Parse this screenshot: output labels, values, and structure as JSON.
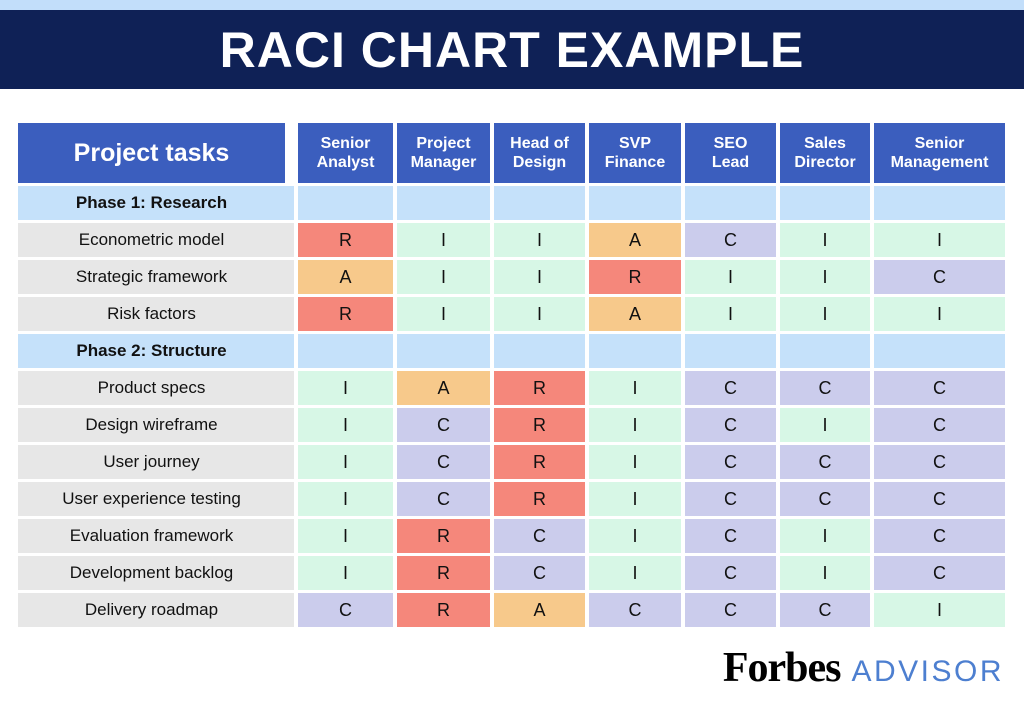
{
  "title": "RACI CHART EXAMPLE",
  "colors": {
    "navy_band": "#0F2156",
    "top_strip_blue": "#C2DEFA",
    "header_blue": "#3B5EBE",
    "phase_row_blue": "#C5E1FA",
    "task_cell_gray": "#E7E7E7",
    "responsible_red": "#F5877B",
    "accountable_orange": "#F7C98B",
    "consulted_purple": "#CBCCEC",
    "informed_mint": "#D7F7E6",
    "advisor_blue": "#4D7FD0"
  },
  "chart_data": {
    "type": "table",
    "title": "RACI CHART EXAMPLE",
    "task_column_header": "Project tasks",
    "role_headers": [
      {
        "label": "Senior Analyst",
        "lines": [
          "Senior",
          "Analyst"
        ]
      },
      {
        "label": "Project Manager",
        "lines": [
          "Project",
          "Manager"
        ]
      },
      {
        "label": "Head of Design",
        "lines": [
          "Head of",
          "Design"
        ]
      },
      {
        "label": "SVP Finance",
        "lines": [
          "SVP",
          "Finance"
        ]
      },
      {
        "label": "SEO Lead",
        "lines": [
          "SEO",
          "Lead"
        ]
      },
      {
        "label": "Sales Director",
        "lines": [
          "Sales",
          "Director"
        ]
      },
      {
        "label": "Senior Management",
        "lines": [
          "Senior",
          "Management"
        ]
      }
    ],
    "rows": [
      {
        "type": "phase",
        "label": "Phase 1: Research",
        "values": [
          "",
          "",
          "",
          "",
          "",
          "",
          ""
        ]
      },
      {
        "type": "task",
        "label": "Econometric model",
        "values": [
          "R",
          "I",
          "I",
          "A",
          "C",
          "I",
          "I"
        ]
      },
      {
        "type": "task",
        "label": "Strategic framework",
        "values": [
          "A",
          "I",
          "I",
          "R",
          "I",
          "I",
          "C"
        ]
      },
      {
        "type": "task",
        "label": "Risk factors",
        "values": [
          "R",
          "I",
          "I",
          "A",
          "I",
          "I",
          "I"
        ]
      },
      {
        "type": "phase",
        "label": "Phase 2: Structure",
        "values": [
          "",
          "",
          "",
          "",
          "",
          "",
          ""
        ]
      },
      {
        "type": "task",
        "label": "Product specs",
        "values": [
          "I",
          "A",
          "R",
          "I",
          "C",
          "C",
          "C"
        ]
      },
      {
        "type": "task",
        "label": "Design wireframe",
        "values": [
          "I",
          "C",
          "R",
          "I",
          "C",
          "I",
          "C"
        ]
      },
      {
        "type": "task",
        "label": "User journey",
        "values": [
          "I",
          "C",
          "R",
          "I",
          "C",
          "C",
          "C"
        ]
      },
      {
        "type": "task",
        "label": "User experience testing",
        "values": [
          "I",
          "C",
          "R",
          "I",
          "C",
          "C",
          "C"
        ]
      },
      {
        "type": "task",
        "label": "Evaluation framework",
        "values": [
          "I",
          "R",
          "C",
          "I",
          "C",
          "I",
          "C"
        ]
      },
      {
        "type": "task",
        "label": "Development backlog",
        "values": [
          "I",
          "R",
          "C",
          "I",
          "C",
          "I",
          "C"
        ]
      },
      {
        "type": "task",
        "label": "Delivery roadmap",
        "values": [
          "C",
          "R",
          "A",
          "C",
          "C",
          "C",
          "I"
        ]
      }
    ]
  },
  "footer": {
    "brand": "Forbes",
    "suffix": "ADVISOR"
  }
}
